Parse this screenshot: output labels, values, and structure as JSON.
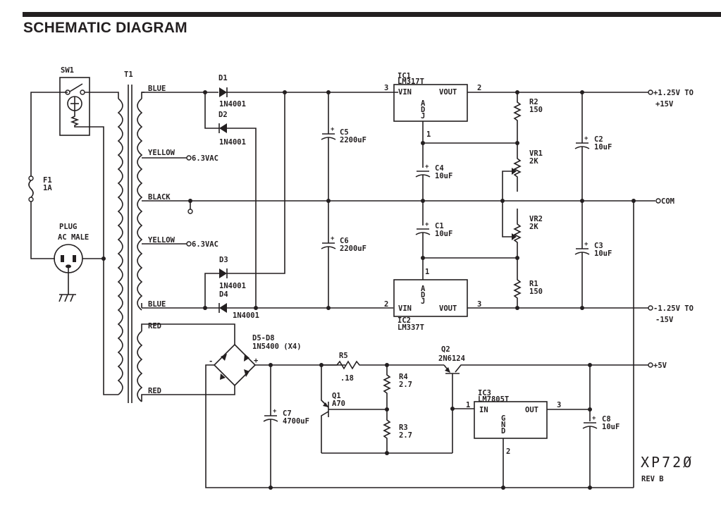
{
  "header": {
    "title": "SCHEMATIC DIAGRAM"
  },
  "components": {
    "sw1": "SW1",
    "t1": "T1",
    "f1": {
      "ref": "F1",
      "value": "1A"
    },
    "plug": {
      "line1": "PLUG",
      "line2": "AC MALE"
    },
    "d1": {
      "ref": "D1",
      "value": "1N4001"
    },
    "d2": {
      "ref": "D2",
      "value": "1N4001"
    },
    "d3": {
      "ref": "D3",
      "value": "1N4001"
    },
    "d4": {
      "ref": "D4",
      "value": "1N4001"
    },
    "d5_d8": {
      "ref": "D5-D8",
      "value": "1N5400 (X4)"
    },
    "c1": {
      "ref": "C1",
      "value": "10uF"
    },
    "c2": {
      "ref": "C2",
      "value": "10uF"
    },
    "c3": {
      "ref": "C3",
      "value": "10uF"
    },
    "c4": {
      "ref": "C4",
      "value": "10uF"
    },
    "c5": {
      "ref": "C5",
      "value": "2200uF"
    },
    "c6": {
      "ref": "C6",
      "value": "2200uF"
    },
    "c7": {
      "ref": "C7",
      "value": "4700uF"
    },
    "c8": {
      "ref": "C8",
      "value": "10uF"
    },
    "r1": {
      "ref": "R1",
      "value": "150"
    },
    "r2": {
      "ref": "R2",
      "value": "150"
    },
    "r3": {
      "ref": "R3",
      "value": "2.7"
    },
    "r4": {
      "ref": "R4",
      "value": "2.7"
    },
    "r5": {
      "ref": "R5",
      "value": ".18"
    },
    "vr1": {
      "ref": "VR1",
      "value": "2K"
    },
    "vr2": {
      "ref": "VR2",
      "value": "2K"
    },
    "q1": {
      "ref": "Q1",
      "value": "A70"
    },
    "q2": {
      "ref": "Q2",
      "value": "2N6124"
    },
    "ic1": {
      "ref": "IC1",
      "part": "LM317T",
      "vin": "VIN",
      "vout": "VOUT",
      "adj": [
        "A",
        "D",
        "J"
      ],
      "pin_in": "3",
      "pin_out": "2",
      "pin_adj": "1"
    },
    "ic2": {
      "ref": "IC2",
      "part": "LM337T",
      "vin": "VIN",
      "vout": "VOUT",
      "adj": [
        "A",
        "D",
        "J"
      ],
      "pin_in": "2",
      "pin_out": "3",
      "pin_adj": "1"
    },
    "ic3": {
      "ref": "IC3",
      "part": "LM7805T",
      "in": "IN",
      "out": "OUT",
      "gnd": [
        "G",
        "N",
        "D"
      ],
      "pin_in": "1",
      "pin_out": "3",
      "pin_gnd": "2"
    }
  },
  "wires": {
    "blue_top": "BLUE",
    "yellow_top": "YELLOW",
    "black": "BLACK",
    "yellow_bottom": "YELLOW",
    "blue_bottom": "BLUE",
    "red_top": "RED",
    "red_bottom": "RED",
    "vac_top": "6.3VAC",
    "vac_bottom": "6.3VAC",
    "bridge_minus": "-",
    "bridge_plus": "+"
  },
  "outputs": {
    "pos_line1": "+1.25V TO",
    "pos_line2": "+15V",
    "com": "COM",
    "neg_line1": "-1.25V TO",
    "neg_line2": "-15V",
    "five": "+5V"
  },
  "footer": {
    "model": "XP72Ø",
    "rev": "REV B"
  }
}
